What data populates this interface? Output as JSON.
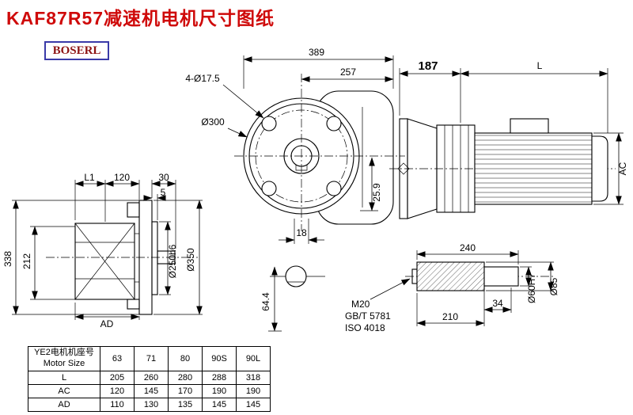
{
  "page": {
    "title": "KAF87R57减速机电机尺寸图纸",
    "logo": "BOSERL"
  },
  "dims": {
    "front_width": "389",
    "front_inner": "257",
    "bolt_holes": "4-Ø17.5",
    "flange_dia": "Ø300",
    "key_depth": "25.9",
    "key_width": "18",
    "shaft_end": "64.4",
    "side_l1": "L1",
    "side_120": "120",
    "side_30": "30",
    "side_5": "5",
    "side_338": "338",
    "side_212": "212",
    "side_ad": "AD",
    "side_spigot": "Ø250h6",
    "side_flange": "Ø350",
    "motor_187": "187",
    "motor_l": "L",
    "motor_ac": "AC",
    "shaft_240": "240",
    "shaft_m20": "M20",
    "shaft_gbt": "GB/T 5781",
    "shaft_iso": "ISO 4018",
    "shaft_34": "34",
    "shaft_210": "210",
    "shaft_bore": "Ø60H7",
    "shaft_od": "Ø85"
  },
  "table": {
    "header_line1": "YE2电机机座号",
    "header_line2": "Motor Size",
    "columns": [
      "63",
      "71",
      "80",
      "90S",
      "90L"
    ],
    "rows": [
      {
        "label": "L",
        "values": [
          "205",
          "260",
          "280",
          "288",
          "318"
        ]
      },
      {
        "label": "AC",
        "values": [
          "120",
          "145",
          "170",
          "190",
          "190"
        ]
      },
      {
        "label": "AD",
        "values": [
          "110",
          "130",
          "135",
          "145",
          "145"
        ]
      }
    ]
  }
}
